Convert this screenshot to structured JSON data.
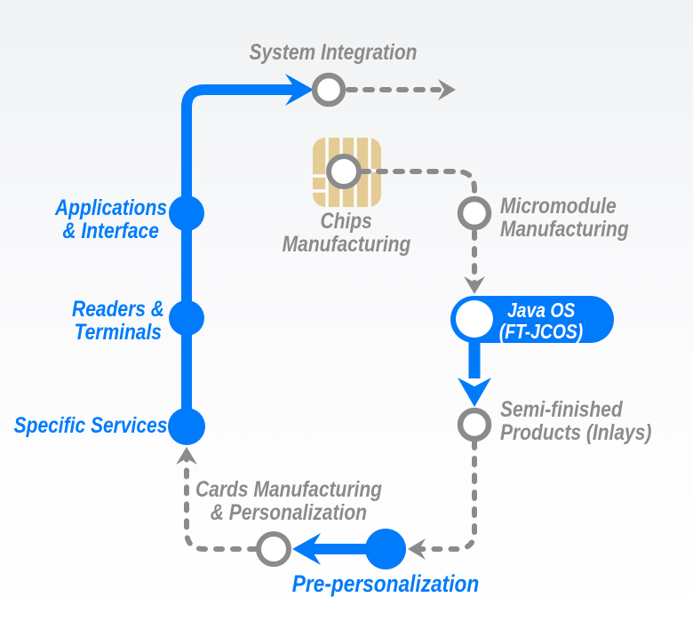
{
  "colors": {
    "accent_blue": "#007BFB",
    "connector_gray": "#8B8B8B",
    "chip_gold": "#E4CC94",
    "node_fill": "#FFFFFF"
  },
  "nodes": {
    "system_integration": {
      "label": "System Integration"
    },
    "chips_manufacturing": {
      "line1": "Chips",
      "line2": "Manufacturing"
    },
    "micromodule_manufacturing": {
      "line1": "Micromodule",
      "line2": "Manufacturing"
    },
    "java_os": {
      "line1": "Java OS",
      "line2": "(FT-JCOS)"
    },
    "semi_finished_products": {
      "line1": "Semi-finished",
      "line2": "Products (Inlays)"
    },
    "cards_manufacturing": {
      "line1": "Cards Manufacturing",
      "line2": "& Personalization"
    },
    "pre_personalization": {
      "label": "Pre-personalization"
    },
    "applications_interface": {
      "line1": "Applications",
      "line2": "& Interface"
    },
    "readers_terminals": {
      "line1": "Readers &",
      "line2": "Terminals"
    },
    "specific_services": {
      "label": "Specific Services"
    }
  }
}
